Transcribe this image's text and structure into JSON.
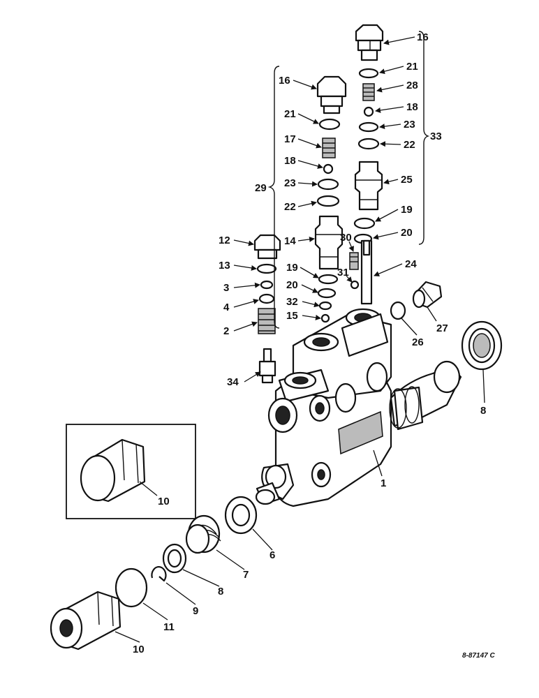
{
  "labels": {
    "p1": "1",
    "p2": "2",
    "p3": "3",
    "p4": "4",
    "p6": "6",
    "p7": "7",
    "p8": "8",
    "p8b": "8",
    "p9": "9",
    "p10a": "10",
    "p10b": "10",
    "p11": "11",
    "p12": "12",
    "p13": "13",
    "p14": "14",
    "p15": "15",
    "p16a": "16",
    "p16b": "16",
    "p17": "17",
    "p18a": "18",
    "p18b": "18",
    "p19a": "19",
    "p19b": "19",
    "p20a": "20",
    "p20b": "20",
    "p21a": "21",
    "p21b": "21",
    "p22a": "22",
    "p22b": "22",
    "p23a": "23",
    "p23b": "23",
    "p24": "24",
    "p25": "25",
    "p26": "26",
    "p27": "27",
    "p28": "28",
    "p29": "29",
    "p30": "30",
    "p31": "31",
    "p32": "32",
    "p33": "33",
    "p34": "34"
  },
  "figure_ref": "8-87147 C"
}
